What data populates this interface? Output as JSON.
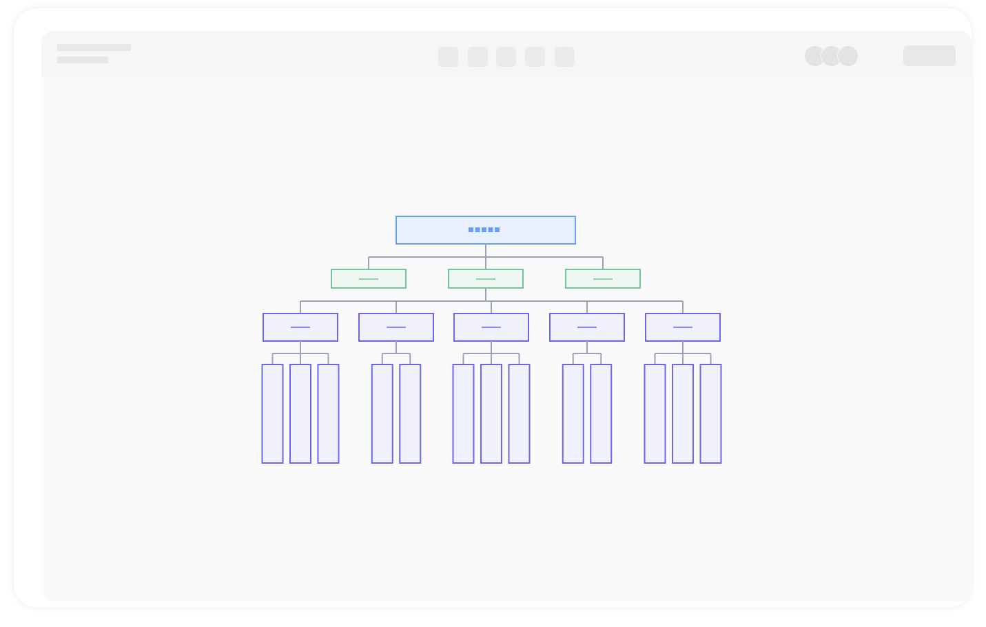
{
  "toolbar": {
    "tool_buttons": [
      "tool-1",
      "tool-2",
      "tool-3",
      "tool-4",
      "tool-5"
    ],
    "avatars": 3
  },
  "diagram": {
    "colors": {
      "root_fill": "#e8f0fe",
      "root_stroke": "#6aa0f5",
      "level1_fill": "#edf6f0",
      "level1_stroke": "#74c69a",
      "level2_fill": "#f1f1fd",
      "level2_stroke": "#6c66ea",
      "connector": "#9aa3b5"
    },
    "root": {
      "children": 3
    },
    "level1": [
      {
        "id": "a"
      },
      {
        "id": "b"
      },
      {
        "id": "c"
      }
    ],
    "level2": [
      {
        "leaves": 3
      },
      {
        "leaves": 2
      },
      {
        "leaves": 3
      },
      {
        "leaves": 2
      },
      {
        "leaves": 3
      }
    ]
  }
}
